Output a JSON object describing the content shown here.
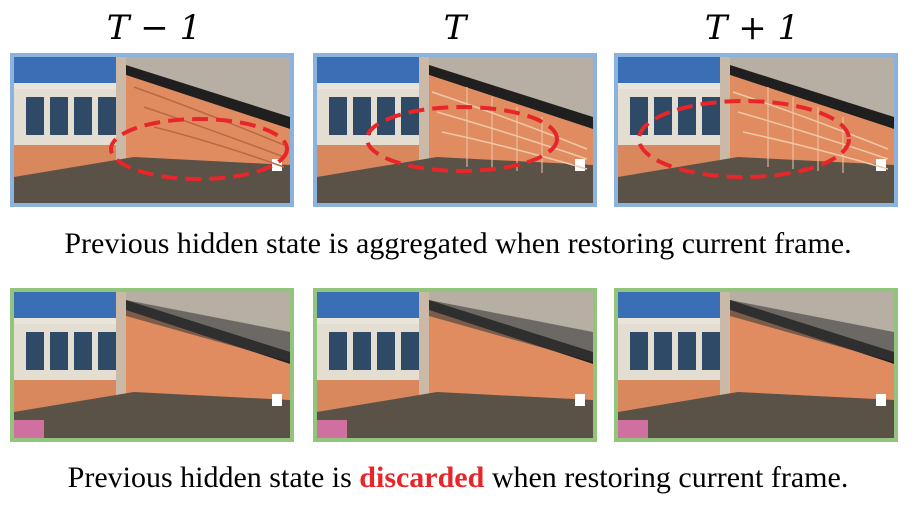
{
  "column_labels": [
    "T − 1",
    "T",
    "T + 1"
  ],
  "caption_top": "Previous hidden state is aggregated when restoring current frame.",
  "caption_bottom": {
    "prefix": "Previous hidden state is ",
    "highlight": "discarded",
    "suffix": " when restoring current frame."
  },
  "colors": {
    "top_border": "#8ab4de",
    "bottom_border": "#93c47d",
    "highlight_ellipse": "#e8262a",
    "highlight_text": "#e8262a"
  }
}
